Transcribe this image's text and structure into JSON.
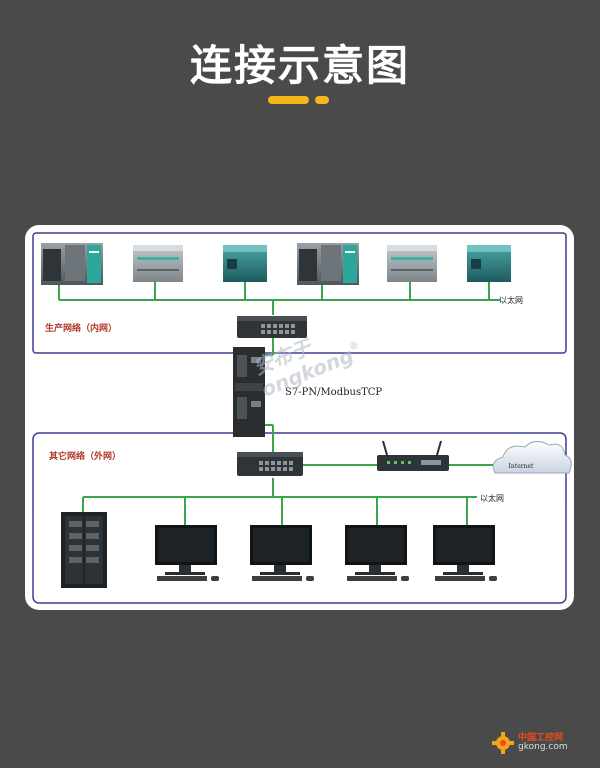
{
  "page": {
    "title": "连接示意图"
  },
  "diagram": {
    "top_zone_label": "生产网络（内网）",
    "bottom_zone_label": "其它网络（外网）",
    "ethernet_label_top": "以太网",
    "ethernet_label_bottom": "以太网",
    "protocol_label": "S7-PN/ModbusTCP",
    "cloud_label": "Internet",
    "watermark_cn": "安布于",
    "watermark_en": "ongkong",
    "watermark_mark": "®"
  },
  "brand": {
    "name": "中国工控网",
    "url": "gkong.com"
  },
  "colors": {
    "background": "#4a4a4a",
    "accent": "#f4b61a",
    "border": "#3a3f8f",
    "link": "#3aa64a"
  }
}
